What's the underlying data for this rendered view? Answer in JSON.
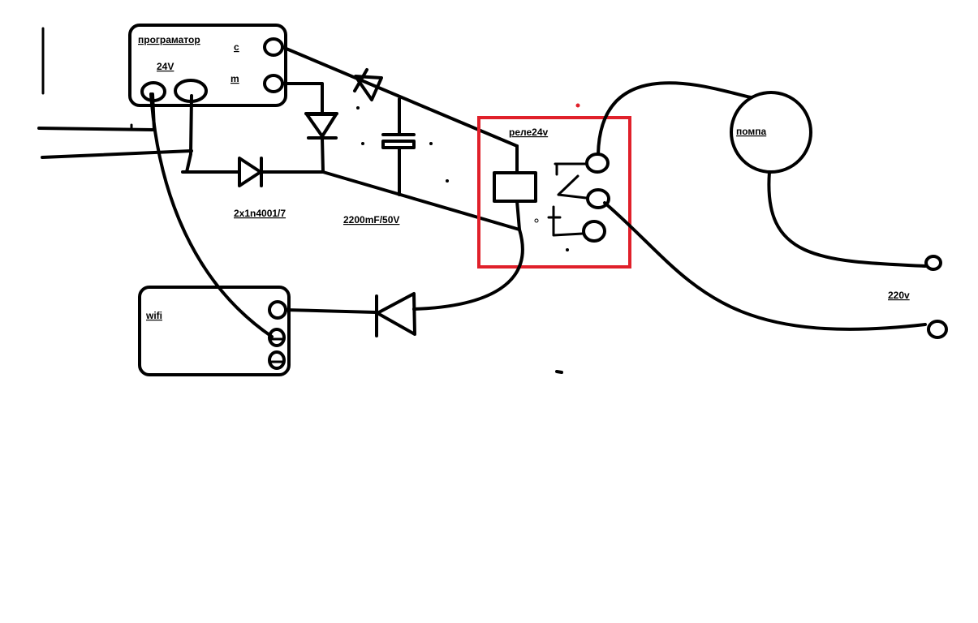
{
  "labels": {
    "programmer": "програматор",
    "programmer_c": "c",
    "programmer_m": "m",
    "programmer_24v": "24V",
    "diodes": "2x1n4001/7",
    "capacitor": "2200mF/50V",
    "relay": "реле24v",
    "pump": "помпа",
    "wifi": "wifi",
    "mains": "220v"
  },
  "colors": {
    "ink": "#000000",
    "relay_box": "#e0202a",
    "background": "#ffffff"
  }
}
